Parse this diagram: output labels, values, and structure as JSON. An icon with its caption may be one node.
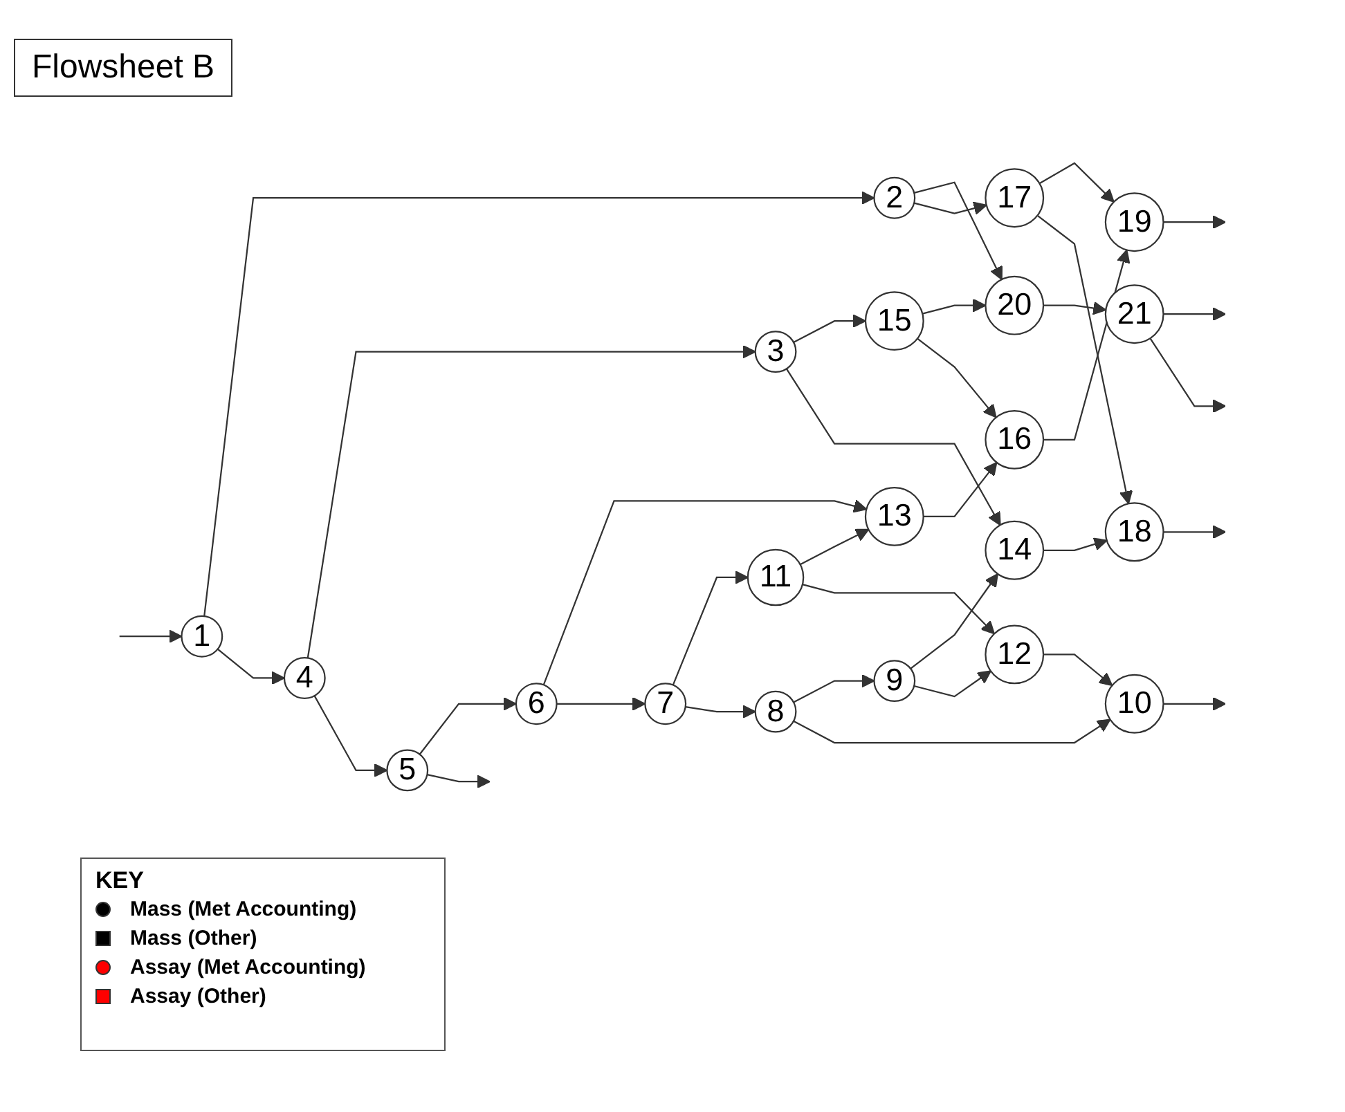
{
  "diagram": {
    "title": "Flowsheet B",
    "nodes": [
      {
        "text": [
          "1"
        ]
      },
      {
        "text": [
          "2"
        ]
      },
      {
        "text": [
          "3"
        ]
      },
      {
        "text": [
          "4"
        ]
      },
      {
        "text": [
          "5"
        ]
      },
      {
        "text": [
          "6"
        ]
      },
      {
        "text": [
          "7"
        ]
      },
      {
        "text": [
          "8"
        ]
      },
      {
        "text": [
          "9"
        ]
      },
      {
        "text": [
          "10"
        ]
      },
      {
        "text": [
          "11"
        ]
      },
      {
        "text": [
          "12"
        ]
      },
      {
        "text": [
          "13"
        ]
      },
      {
        "text": [
          "14"
        ]
      },
      {
        "text": [
          "15"
        ]
      },
      {
        "text": [
          "16"
        ]
      },
      {
        "text": [
          "17"
        ]
      },
      {
        "text": [
          "18"
        ]
      },
      {
        "text": [
          "19"
        ]
      },
      {
        "text": [
          "20"
        ]
      },
      {
        "text": [
          "21"
        ]
      }
    ],
    "edges": [
      {
        "from": null,
        "to": 0,
        "arrow": "to"
      },
      {
        "from": 0,
        "to": 1,
        "arrow": "to"
      },
      {
        "from": 0,
        "to": 3,
        "arrow": "to"
      },
      {
        "from": 1,
        "to": 19,
        "arrow": "to"
      },
      {
        "from": 1,
        "to": 16,
        "arrow": "to"
      },
      {
        "from": 16,
        "to": 18,
        "arrow": "to"
      },
      {
        "from": 16,
        "to": 17,
        "arrow": "to"
      },
      {
        "from": 3,
        "to": 2,
        "arrow": "to"
      },
      {
        "from": 3,
        "to": 4,
        "arrow": "to"
      },
      {
        "from": 2,
        "to": 14,
        "arrow": "to"
      },
      {
        "from": 2,
        "to": 13,
        "arrow": "to"
      },
      {
        "from": 14,
        "to": 19,
        "arrow": "to"
      },
      {
        "from": 14,
        "to": 15,
        "arrow": "to"
      },
      {
        "from": 4,
        "to": 5,
        "arrow": "to"
      },
      {
        "from": 4,
        "to": null,
        "arrow": "to"
      },
      {
        "from": 5,
        "to": 12,
        "arrow": "to"
      },
      {
        "from": 5,
        "to": 6,
        "arrow": "to"
      },
      {
        "from": 6,
        "to": 10,
        "arrow": "to"
      },
      {
        "from": 6,
        "to": 7,
        "arrow": "to"
      },
      {
        "from": 7,
        "to": 8,
        "arrow": "to"
      },
      {
        "from": 7,
        "to": 9,
        "arrow": "to"
      },
      {
        "from": 8,
        "to": 13,
        "arrow": "to"
      },
      {
        "from": 8,
        "to": 11,
        "arrow": "to"
      },
      {
        "from": 10,
        "to": 12,
        "arrow": "to"
      },
      {
        "from": 10,
        "to": 11,
        "arrow": "to"
      },
      {
        "from": 11,
        "to": 9,
        "arrow": "to"
      },
      {
        "from": 9,
        "to": null,
        "arrow": "to"
      },
      {
        "from": 12,
        "to": 15,
        "arrow": "to"
      },
      {
        "from": 15,
        "to": 18,
        "arrow": "to"
      },
      {
        "from": 13,
        "to": 17,
        "arrow": "to"
      },
      {
        "from": 19,
        "to": 20,
        "arrow": "to"
      },
      {
        "from": 20,
        "to": null,
        "arrow": "to"
      },
      {
        "from": 20,
        "to": null,
        "arrow": "to"
      },
      {
        "from": 18,
        "to": null,
        "arrow": "to"
      },
      {
        "from": 17,
        "to": null,
        "arrow": "to"
      }
    ],
    "labels": [
      "KEY"
    ],
    "legend": [
      {
        "text": "Mass (Met Accounting)",
        "color": "#000000"
      },
      {
        "text": "Mass (Other)",
        "color": "#000000"
      },
      {
        "text": "Assay (Met Accounting)",
        "color": "#ff0000"
      },
      {
        "text": "Assay (Other)",
        "color": "#ff0000"
      }
    ]
  }
}
